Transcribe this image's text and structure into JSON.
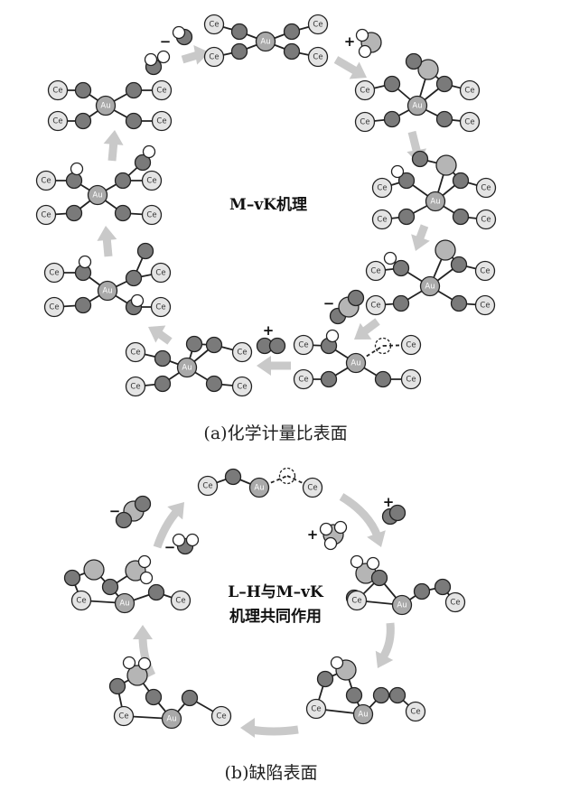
{
  "labels": {
    "ce": "Ce",
    "au": "Au",
    "plus": "+",
    "minus": "−"
  },
  "panel_a": {
    "center_text": "M–vK机理",
    "caption": "(a)化学计量比表面"
  },
  "panel_b": {
    "center_text_line1": "L–H与M–vK",
    "center_text_line2": "机理共同作用",
    "caption": "(b)缺陷表面"
  },
  "colors": {
    "ce_fill": "#e4e4e4",
    "o_fill": "#7a7a7a",
    "au_fill": "#a9a9a9",
    "h_fill": "#ffffff",
    "mol_fill": "#b5b5b5",
    "arrow": "#c9c9c9"
  }
}
